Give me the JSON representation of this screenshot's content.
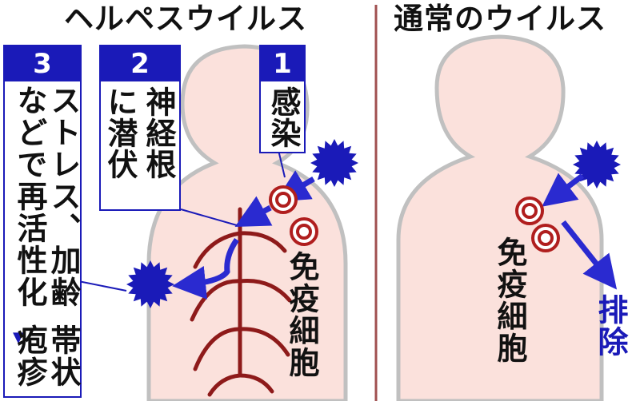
{
  "titles": {
    "herpes": "ヘルペスウイルス",
    "normal": "通常のウイルス"
  },
  "steps": [
    {
      "num": "1",
      "text": "感染"
    },
    {
      "num": "2",
      "text": "神経根に潜伏"
    },
    {
      "num": "3",
      "text_main": "ストレス、加齢などで再活性化",
      "arrow": "▼",
      "text_result": "帯状疱疹"
    }
  ],
  "labels": {
    "immune_cell_left": "免疫細胞",
    "immune_cell_right": "免疫細胞",
    "excretion": "排除"
  },
  "colors": {
    "virus": "#1a1ab8",
    "arrow": "#2a2ad0",
    "body": "#fbe1dc",
    "body_outline": "#c8c8c8",
    "nerve": "#8e1a1a",
    "cell": "#b01e1e",
    "divider": "#a05050"
  },
  "icons": [
    "virus-icon",
    "immune-cell-icon",
    "nerve-icon",
    "body-silhouette-icon"
  ]
}
